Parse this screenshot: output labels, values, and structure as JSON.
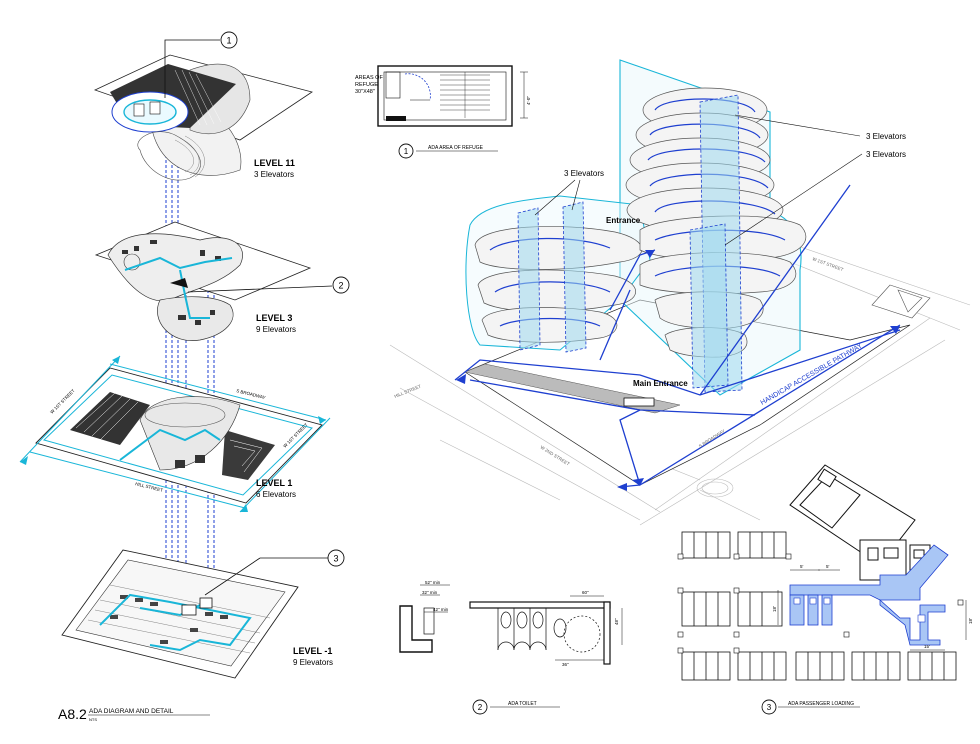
{
  "sheet": {
    "number": "A8.2",
    "title": "ADA DIAGRAM AND DETAIL",
    "scale_note": "NTS"
  },
  "levels": [
    {
      "title": "LEVEL 11",
      "subtitle": "3 Elevators"
    },
    {
      "title": "LEVEL 3",
      "subtitle": "9 Elevators"
    },
    {
      "title": "LEVEL 1",
      "subtitle": "6 Elevators"
    },
    {
      "title": "LEVEL -1",
      "subtitle": "9 Elevators"
    }
  ],
  "callouts": [
    "1",
    "2",
    "3"
  ],
  "detail_refuge": {
    "label": "ADA AREA OF REFUGE",
    "areas_label_lines": [
      "AREAS OF",
      "REFUGE",
      "30\"X48\""
    ],
    "dim_vertical": "4'-0\""
  },
  "detail_toilet": {
    "label": "ADA TOILET",
    "dims": [
      "52\" min",
      "32\" min",
      "42\" min",
      "60\"",
      "48\"",
      "36\""
    ]
  },
  "detail_loading": {
    "label": "ADA PASSENGER LOADING",
    "dims": [
      "5'",
      "5'",
      "18'",
      "18'",
      "15'"
    ]
  },
  "level1_streets": [
    "S BROADWAY",
    "HILL STREET",
    "W 1ST STREET"
  ],
  "axon": {
    "labels": {
      "elev_left": "3 Elevators",
      "elev_right_top": "3 Elevators",
      "elev_right_bottom": "3 Elevators",
      "entrance": "Entrance",
      "main_entrance": "Main Entrance",
      "pathway": "HANDICAP ACCESSIBLE PATHWAY"
    },
    "streets": [
      "HILL STREET",
      "W 2ND STREET",
      "S BROADWAY",
      "W 1ST STREET"
    ]
  },
  "colors": {
    "path_blue": "#1e3fd0",
    "cyan": "#19b6d8",
    "light_cyan": "#bfeaf6",
    "line": "#111111"
  }
}
